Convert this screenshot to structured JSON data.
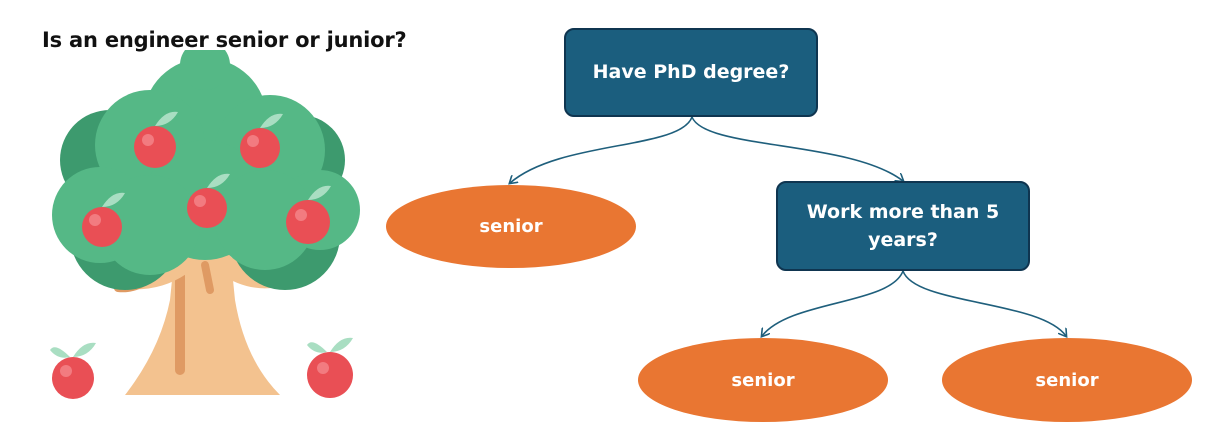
{
  "title": "Is an engineer senior or junior?",
  "illustration": {
    "icon": "apple-tree-icon"
  },
  "diagram": {
    "root": {
      "label": "Have PhD degree?"
    },
    "left_leaf": {
      "label": "senior"
    },
    "inner": {
      "label": "Work more than 5 years?"
    },
    "inner_left_leaf": {
      "label": "senior"
    },
    "inner_right_leaf": {
      "label": "senior"
    }
  },
  "colors": {
    "decision_fill": "#1b5e7e",
    "decision_border": "#0f3550",
    "leaf_fill": "#e97632",
    "edge": "#1f5f7c",
    "foliage": "#55b886",
    "trunk": "#f3c28f",
    "apple": "#e94f55"
  }
}
